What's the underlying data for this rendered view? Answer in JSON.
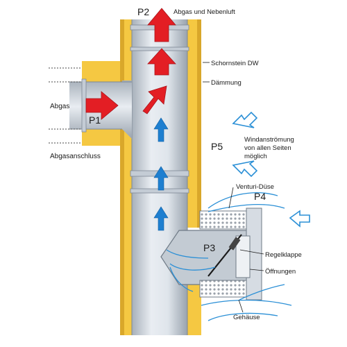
{
  "labels": {
    "p1": "P1",
    "p2": "P2",
    "p3": "P3",
    "p4": "P4",
    "p5": "P5",
    "abgas": "Abgas",
    "abgas_nebenluft": "Abgas und Nebenluft",
    "schornstein": "Schornstein DW",
    "daemmung": "Dämmung",
    "wind_line1": "Windanströmung",
    "wind_line2": "von allen Seiten",
    "wind_line3": "möglich",
    "abgasanschluss": "Abgasanschluss",
    "venturi": "Venturi-Düse",
    "regelklappe": "Regelklappe",
    "oeffnungen": "Öffnungen",
    "gehaeuse": "Gehäuse"
  },
  "colors": {
    "insulation": "#f5c842",
    "pipe_light": "#e4e9ef",
    "pipe_dark": "#9ea8b3",
    "flow_red": "#e31e24",
    "flow_blue": "#1e7fd0",
    "wind_blue": "#2a8fd6",
    "text": "#1a1a1a"
  }
}
